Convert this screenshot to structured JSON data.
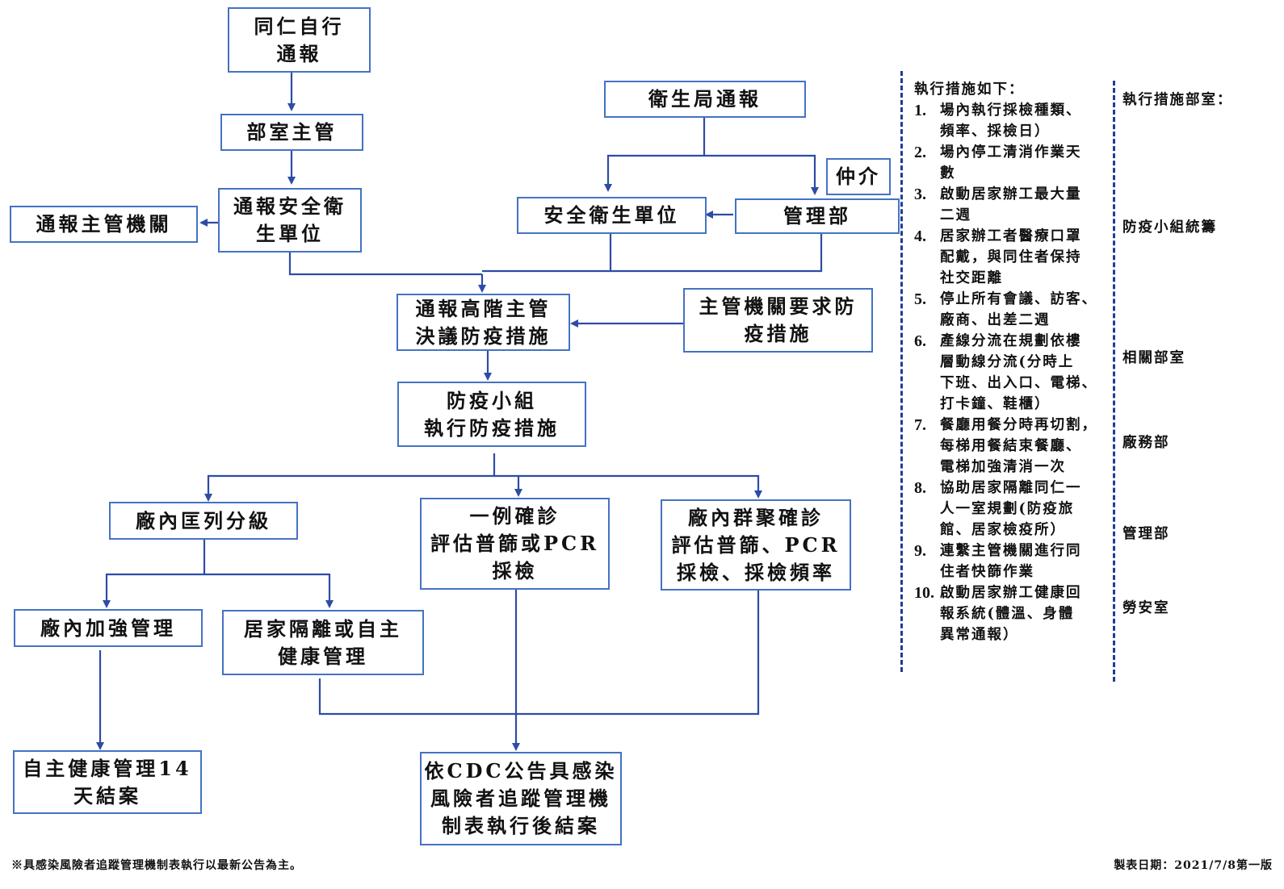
{
  "flowchart": {
    "nodes": {
      "self_report": [
        "同仁自行",
        "通報"
      ],
      "dept_head": [
        "部室主管"
      ],
      "report_safety_unit": [
        "通報安全衛",
        "生單位"
      ],
      "report_authority": [
        "通報主管機關"
      ],
      "health_bureau": [
        "衛生局通報"
      ],
      "broker": [
        "仲介"
      ],
      "safety_unit": [
        "安全衛生單位"
      ],
      "management_dept": [
        "管理部"
      ],
      "senior_decision": [
        "通報高階主管",
        "決議防疫措施"
      ],
      "authority_requirement": [
        "主管機關要求防",
        "疫措施"
      ],
      "epidemic_team": [
        "防疫小組",
        "執行防疫措施"
      ],
      "zone_grading": [
        "廠內匡列分級"
      ],
      "single_case": [
        "一例確診",
        "評估普篩或PCR",
        "採檢"
      ],
      "cluster_case": [
        "廠內群聚確診",
        "評估普篩、PCR",
        "採檢、採檢頻率"
      ],
      "strengthen_mgmt": [
        "廠內加強管理"
      ],
      "home_isolation": [
        "居家隔離或自主",
        "健康管理"
      ],
      "self_health_close": [
        "自主健康管理14",
        "天結案"
      ],
      "cdc_close": [
        "依CDC公告具感染",
        "風險者追蹤管理機",
        "制表執行後結案"
      ]
    },
    "colors": {
      "box_border": "#4472C4",
      "arrow": "#2E4BA6",
      "dash": "#1F3C99"
    }
  },
  "measures": {
    "title": "執行措施如下：",
    "items": [
      {
        "num": "1.",
        "lines": [
          "場內執行採檢種類、",
          "頻率、採檢日）"
        ]
      },
      {
        "num": "2.",
        "lines": [
          "場內停工清消作業天",
          "數"
        ]
      },
      {
        "num": "3.",
        "lines": [
          "啟動居家辦工最大量",
          "二週"
        ]
      },
      {
        "num": "4.",
        "lines": [
          "居家辦工者醫療口罩",
          "配戴，與同住者保持",
          "社交距離"
        ]
      },
      {
        "num": "5.",
        "lines": [
          "停止所有會議、訪客、",
          "廠商、出差二週"
        ]
      },
      {
        "num": "6.",
        "lines": [
          "產線分流在規劃依樓",
          "層動線分流(分時上",
          "下班、出入口、電梯、",
          "打卡鐘、鞋櫃）"
        ]
      },
      {
        "num": "7.",
        "lines": [
          "餐廳用餐分時再切割，",
          "每梯用餐結束餐廳、",
          "電梯加強清消一次"
        ]
      },
      {
        "num": "8.",
        "lines": [
          "協助居家隔離同仁一",
          "人一室規劃(防疫旅",
          "館、居家檢疫所）"
        ]
      },
      {
        "num": "9.",
        "lines": [
          "連繫主管機關進行同",
          "住者快篩作業"
        ]
      },
      {
        "num": "10.",
        "lines": [
          "啟動居家辦工健康回",
          "報系統(體溫、身體",
          "異常通報）"
        ]
      }
    ]
  },
  "departments": {
    "title": "執行措施部室：",
    "items": [
      "防疫小組統籌",
      "相關部室",
      "廠務部",
      "管理部",
      "勞安室"
    ]
  },
  "footer": {
    "note": "※具感染風險者追蹤管理機制表執行以最新公告為主。",
    "date_label": "製表日期：2021/7/8第一版"
  }
}
